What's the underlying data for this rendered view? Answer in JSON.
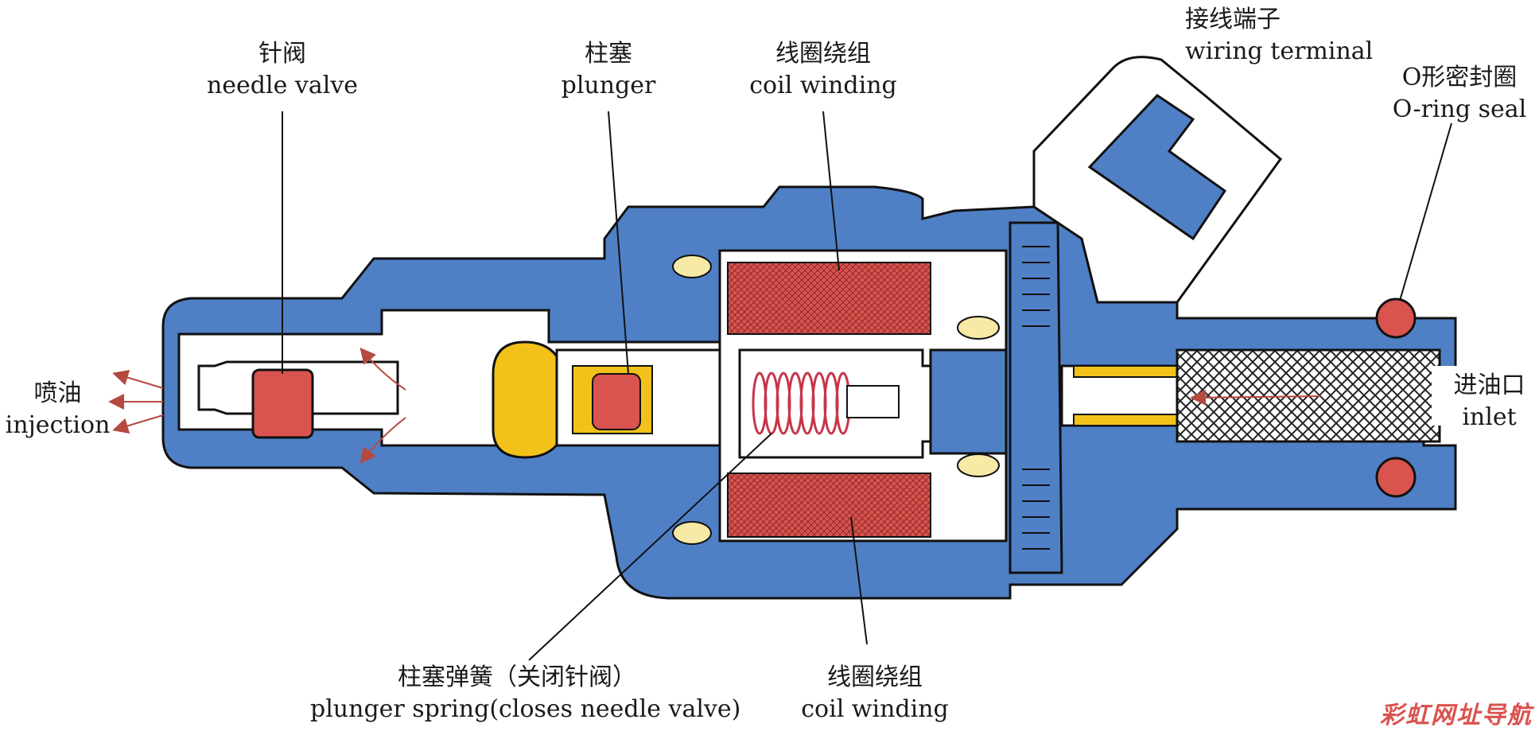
{
  "labels": {
    "needle_valve": {
      "zh": "针阀",
      "en": "needle valve"
    },
    "plunger": {
      "zh": "柱塞",
      "en": "plunger"
    },
    "coil_winding_top": {
      "zh": "线圈绕组",
      "en": "coil winding"
    },
    "wiring_terminal": {
      "zh": "接线端子",
      "en": "wiring terminal"
    },
    "o_ring_seal": {
      "zh": "O形密封圈",
      "en": "O-ring seal"
    },
    "injection": {
      "zh": "喷油",
      "en": "injection"
    },
    "inlet": {
      "zh": "进油口",
      "en": "inlet"
    },
    "plunger_spring": {
      "zh": "柱塞弹簧（关闭针阀）",
      "en": "plunger spring(closes needle valve)"
    },
    "coil_winding_bottom": {
      "zh": "线圈绕组",
      "en": "coil winding"
    }
  },
  "watermark": "彩虹网址导航",
  "colors": {
    "body_blue": "#4f80c6",
    "coil_red": "#d9534f",
    "plunger_yellow": "#f2c21b",
    "outline": "#111111"
  }
}
